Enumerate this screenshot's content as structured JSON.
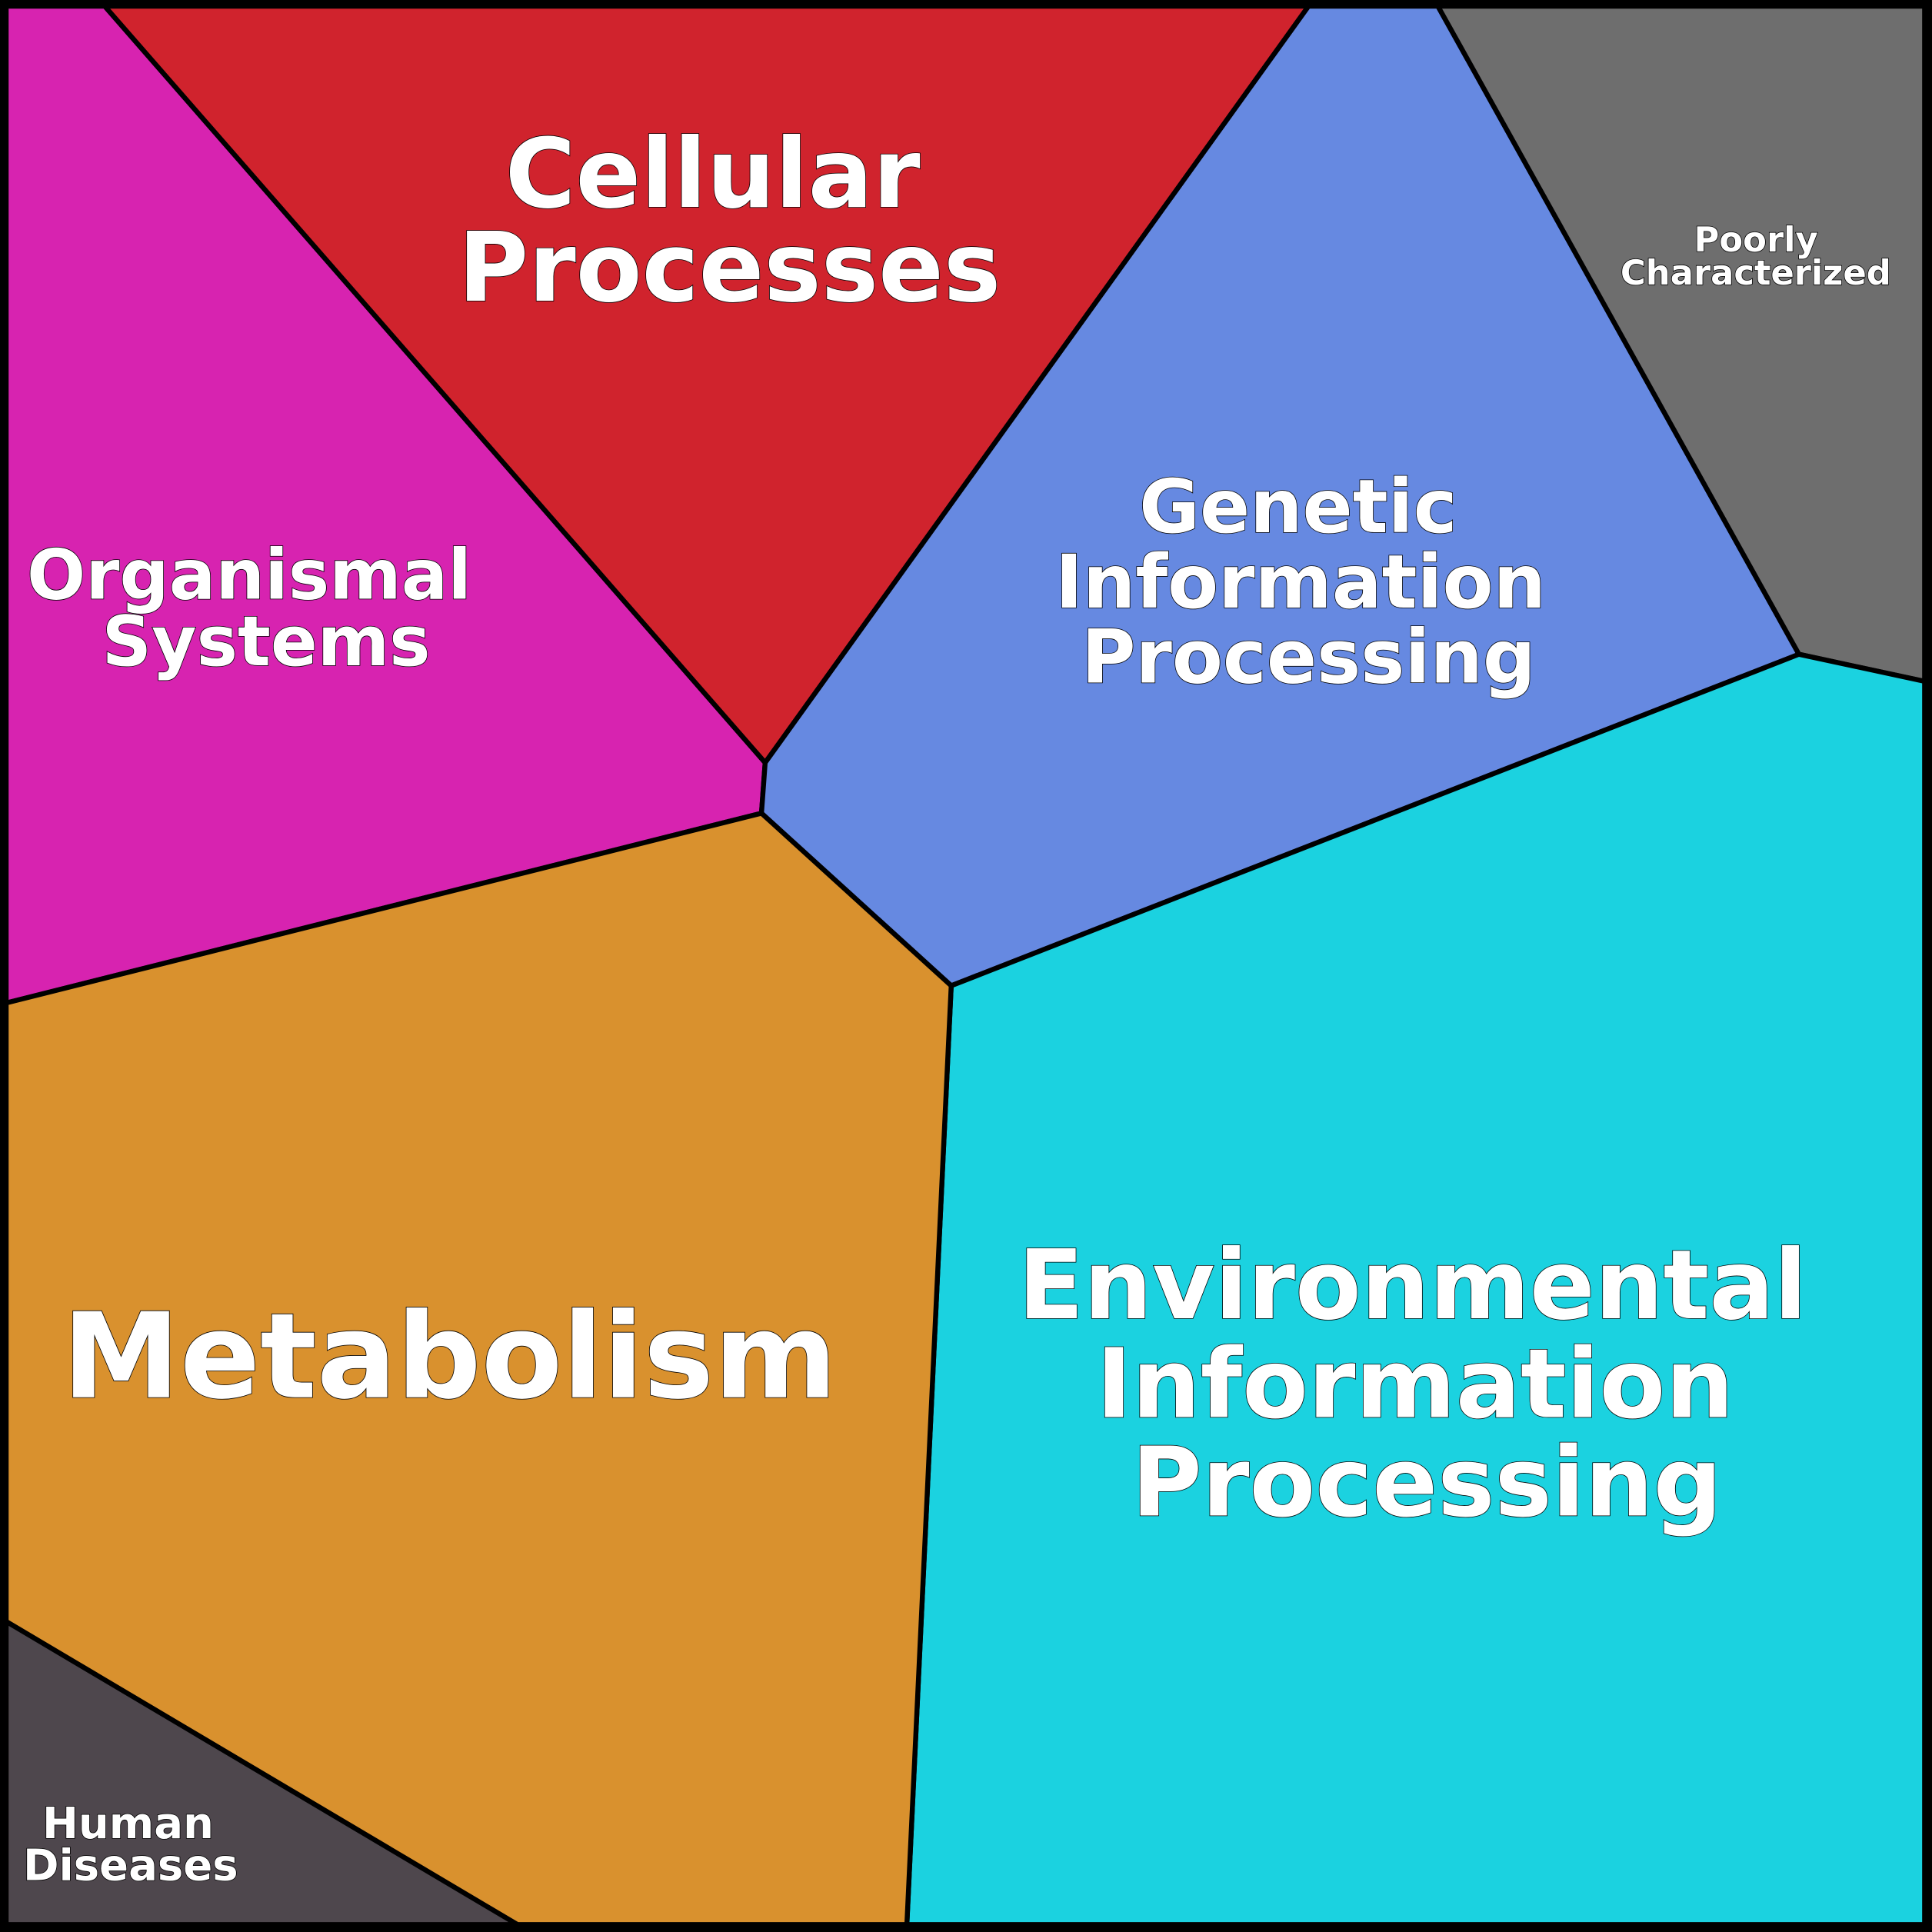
{
  "cells": {
    "organismal": {
      "lines": [
        "Organismal",
        "Systems"
      ],
      "color": "#d723b0"
    },
    "cellular": {
      "lines": [
        "Cellular",
        "Processes"
      ],
      "color": "#d0232d"
    },
    "genetic": {
      "lines": [
        "Genetic",
        "Information",
        "Processing"
      ],
      "color": "#6689e1"
    },
    "poorly": {
      "lines": [
        "Poorly",
        "Characterized"
      ],
      "color": "#6e6e6e"
    },
    "environmental": {
      "lines": [
        "Environmental",
        "Information",
        "Processing"
      ],
      "color": "#1bd2e0"
    },
    "metabolism": {
      "lines": [
        "Metabolism"
      ],
      "color": "#d9912e"
    },
    "human": {
      "lines": [
        "Human",
        "Diseases"
      ],
      "color": "#4e474d"
    }
  }
}
